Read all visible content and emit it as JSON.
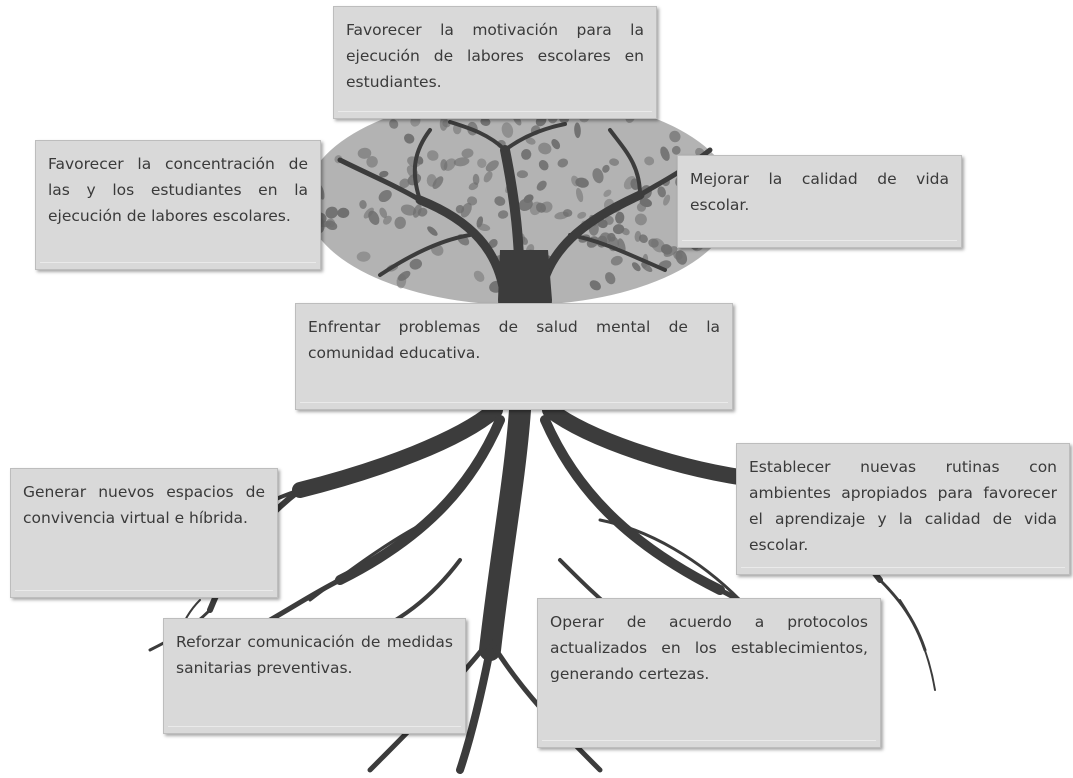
{
  "colors": {
    "trunk": "#3c3c3c",
    "foliage": "#8e8e8e",
    "box_fill": "#d9d9d9",
    "text": "#3a3a3a"
  },
  "boxes": {
    "top": "Favorecer la motivación para la ejecución de labores escolares en estudiantes.",
    "left": "Favorecer la concentración de las y los estudiantes en la ejecución de labores escolares.",
    "right": "Mejorar la calidad de vida escolar.",
    "center": "Enfrentar problemas de salud mental de la comunidad educativa.",
    "generar": "Generar nuevos espacios de convivencia virtual e híbrida.",
    "establecer": "Establecer nuevas rutinas con ambientes apropiados para favorecer el aprendizaje y la calidad de vida escolar.",
    "reforzar": "Reforzar comunicación de medidas sanitarias preventivas.",
    "operar": "Operar de acuerdo a protocolos actualizados en los establecimientos, generando certezas."
  }
}
